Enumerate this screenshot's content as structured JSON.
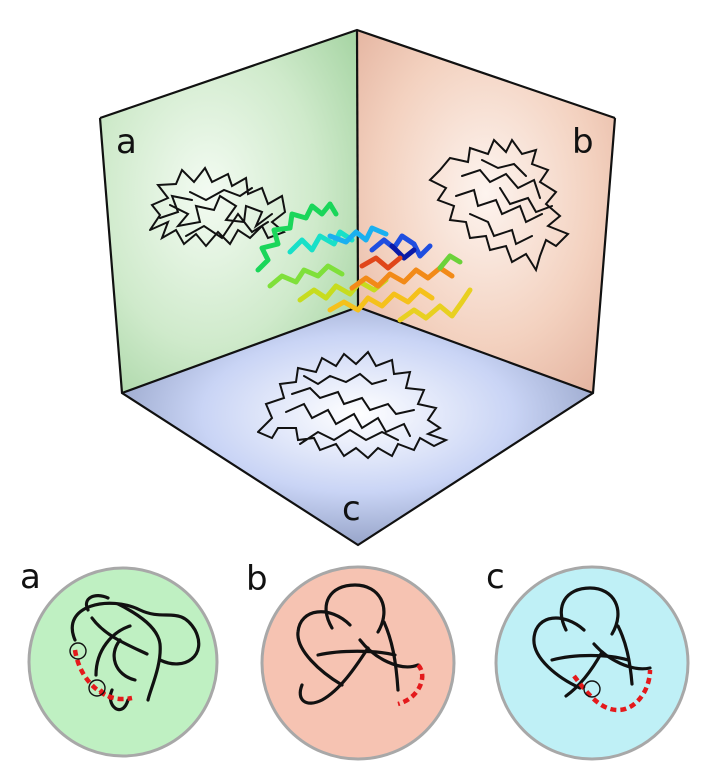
{
  "panels": {
    "cube": {
      "label_a": "a",
      "label_b": "b",
      "label_c": "c"
    },
    "knots": {
      "label_a": "a",
      "label_b": "b",
      "label_c": "c"
    }
  },
  "colors": {
    "projection_a_face": "#cfeacb",
    "projection_b_face": "#f3d1bf",
    "projection_c_face": "#b9c7ea",
    "knot_a_disc": "#bff0c2",
    "knot_b_disc": "#f6c3b2",
    "knot_c_disc": "#bff0f6",
    "disc_border": "#a8a8a8",
    "closure_dashes": "#e41a1c",
    "outline": "#111111"
  },
  "icons": {
    "protein": "protein-backbone-ribbon",
    "projection": "protein-backbone-trace",
    "crossing_marker": "crossing-circle"
  }
}
